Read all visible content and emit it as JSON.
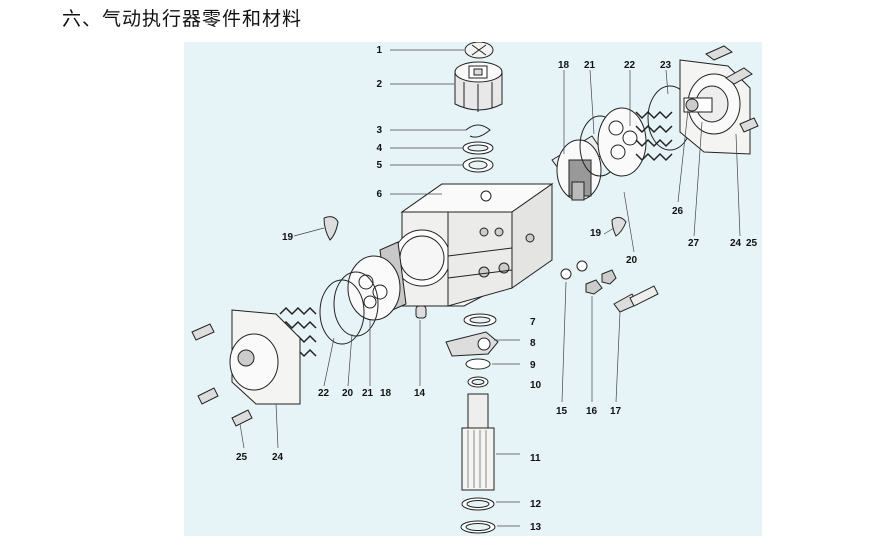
{
  "page": {
    "heading": "六、气动执行器零件和材料"
  },
  "diagram": {
    "callouts": {
      "c1": "1",
      "c2": "2",
      "c3": "3",
      "c4": "4",
      "c5": "5",
      "c6": "6",
      "c7": "7",
      "c8": "8",
      "c9": "9",
      "c10": "10",
      "c11": "11",
      "c12": "12",
      "c13": "13",
      "c14": "14",
      "c15": "15",
      "c16": "16",
      "c17": "17",
      "c18_top": "18",
      "c18_bottom": "18",
      "c19_left": "19",
      "c19_right": "19",
      "c20_right": "20",
      "c20_left": "20",
      "c21_top": "21",
      "c21_left": "21",
      "c22_top": "22",
      "c22_left": "22",
      "c23": "23",
      "c24_right": "24",
      "c24_left": "24",
      "c25_right": "25",
      "c25_left": "25",
      "c26": "26",
      "c27": "27"
    },
    "colors": {
      "background": "#e6f4f8",
      "line": "#222222",
      "body_fill": "#f4f4f2",
      "shade": "#9a9a9a"
    }
  }
}
